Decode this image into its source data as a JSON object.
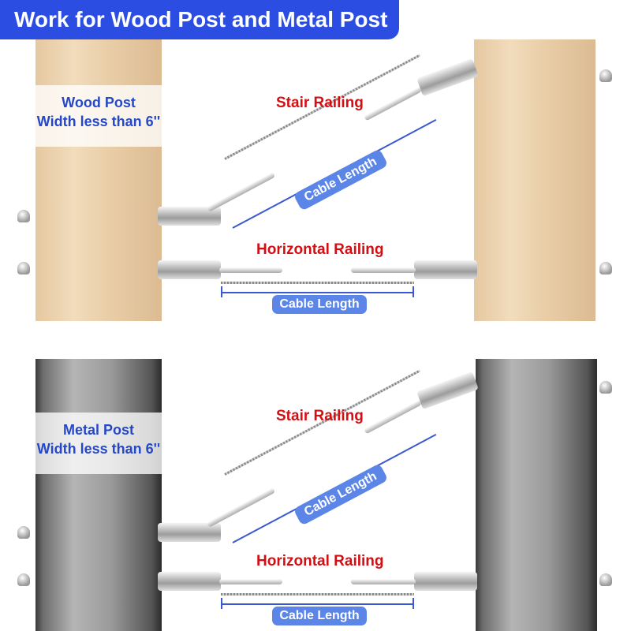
{
  "banner": {
    "title": "Work for Wood Post and Metal Post"
  },
  "wood": {
    "post_label": "Wood Post",
    "width_label": "Width less than 6''",
    "stair": "Stair Railing",
    "horizontal": "Horizontal Railing",
    "stair_cable": "Cable Length",
    "horizontal_cable": "Cable Length"
  },
  "metal": {
    "post_label": "Metal Post",
    "width_label": "Width less than 6''",
    "stair": "Stair Railing",
    "horizontal": "Horizontal Railing",
    "stair_cable": "Cable Length",
    "horizontal_cable": "Cable Length"
  },
  "colors": {
    "accent": "#2b4de2",
    "label_red": "#d40f14",
    "pill": "#5b86e8"
  }
}
